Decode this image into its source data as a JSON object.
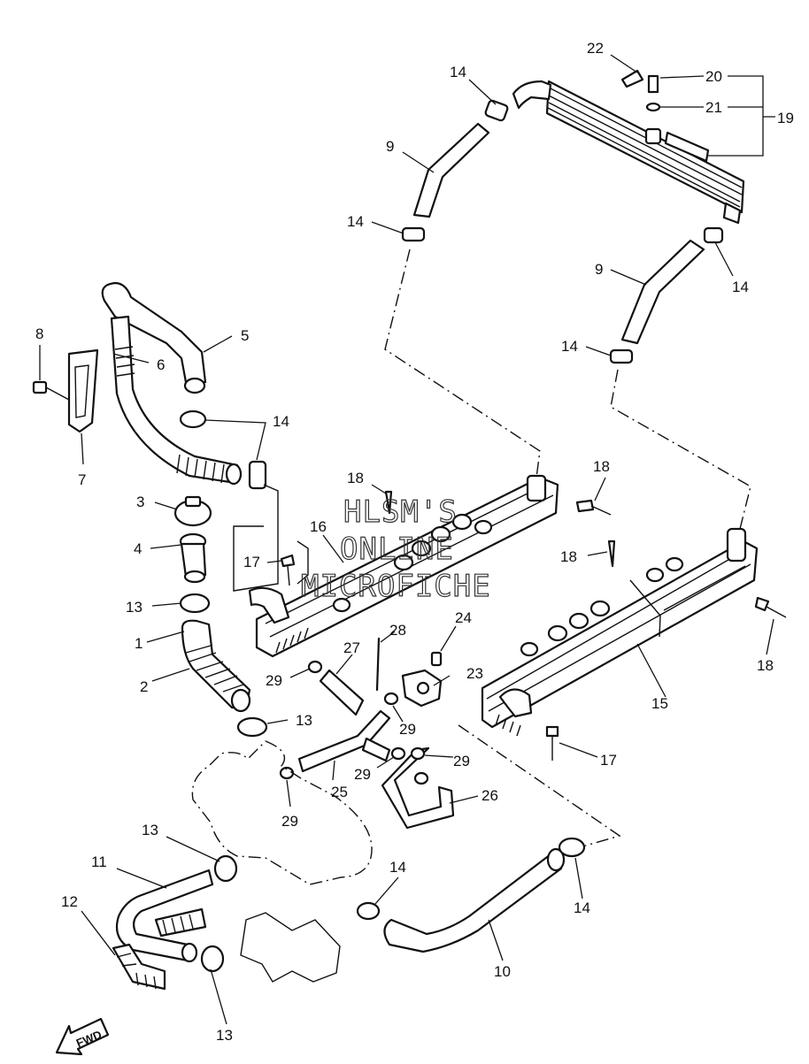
{
  "watermark": {
    "line1": "HLSM'S",
    "line2": "ONLINE",
    "line3": "MICROFICHE"
  },
  "direction_label": "FWD",
  "callouts": [
    {
      "id": "c22",
      "text": "22"
    },
    {
      "id": "c20",
      "text": "20"
    },
    {
      "id": "c21",
      "text": "21"
    },
    {
      "id": "c19",
      "text": "19"
    },
    {
      "id": "c14a",
      "text": "14"
    },
    {
      "id": "c9a",
      "text": "9"
    },
    {
      "id": "c14b",
      "text": "14"
    },
    {
      "id": "c9b",
      "text": "9"
    },
    {
      "id": "c14c",
      "text": "14"
    },
    {
      "id": "c14d",
      "text": "14"
    },
    {
      "id": "c8",
      "text": "8"
    },
    {
      "id": "c5",
      "text": "5"
    },
    {
      "id": "c6",
      "text": "6"
    },
    {
      "id": "c14e",
      "text": "14"
    },
    {
      "id": "c7",
      "text": "7"
    },
    {
      "id": "c3",
      "text": "3"
    },
    {
      "id": "c4",
      "text": "4"
    },
    {
      "id": "c13a",
      "text": "13"
    },
    {
      "id": "c1",
      "text": "1"
    },
    {
      "id": "c2",
      "text": "2"
    },
    {
      "id": "c13b",
      "text": "13"
    },
    {
      "id": "c18a",
      "text": "18"
    },
    {
      "id": "c16",
      "text": "16"
    },
    {
      "id": "c17a",
      "text": "17"
    },
    {
      "id": "c18b",
      "text": "18"
    },
    {
      "id": "c18c",
      "text": "18"
    },
    {
      "id": "c18d",
      "text": "18"
    },
    {
      "id": "c28",
      "text": "28"
    },
    {
      "id": "c27",
      "text": "27"
    },
    {
      "id": "c24",
      "text": "24"
    },
    {
      "id": "c29a",
      "text": "29"
    },
    {
      "id": "c23",
      "text": "23"
    },
    {
      "id": "c15",
      "text": "15"
    },
    {
      "id": "c29b",
      "text": "29"
    },
    {
      "id": "c29c",
      "text": "29"
    },
    {
      "id": "c29d",
      "text": "29"
    },
    {
      "id": "c25",
      "text": "25"
    },
    {
      "id": "c17b",
      "text": "17"
    },
    {
      "id": "c26",
      "text": "26"
    },
    {
      "id": "c29e",
      "text": "29"
    },
    {
      "id": "c13c",
      "text": "13"
    },
    {
      "id": "c11",
      "text": "11"
    },
    {
      "id": "c14f",
      "text": "14"
    },
    {
      "id": "c14g",
      "text": "14"
    },
    {
      "id": "c12",
      "text": "12"
    },
    {
      "id": "c10",
      "text": "10"
    },
    {
      "id": "c13d",
      "text": "13"
    }
  ]
}
